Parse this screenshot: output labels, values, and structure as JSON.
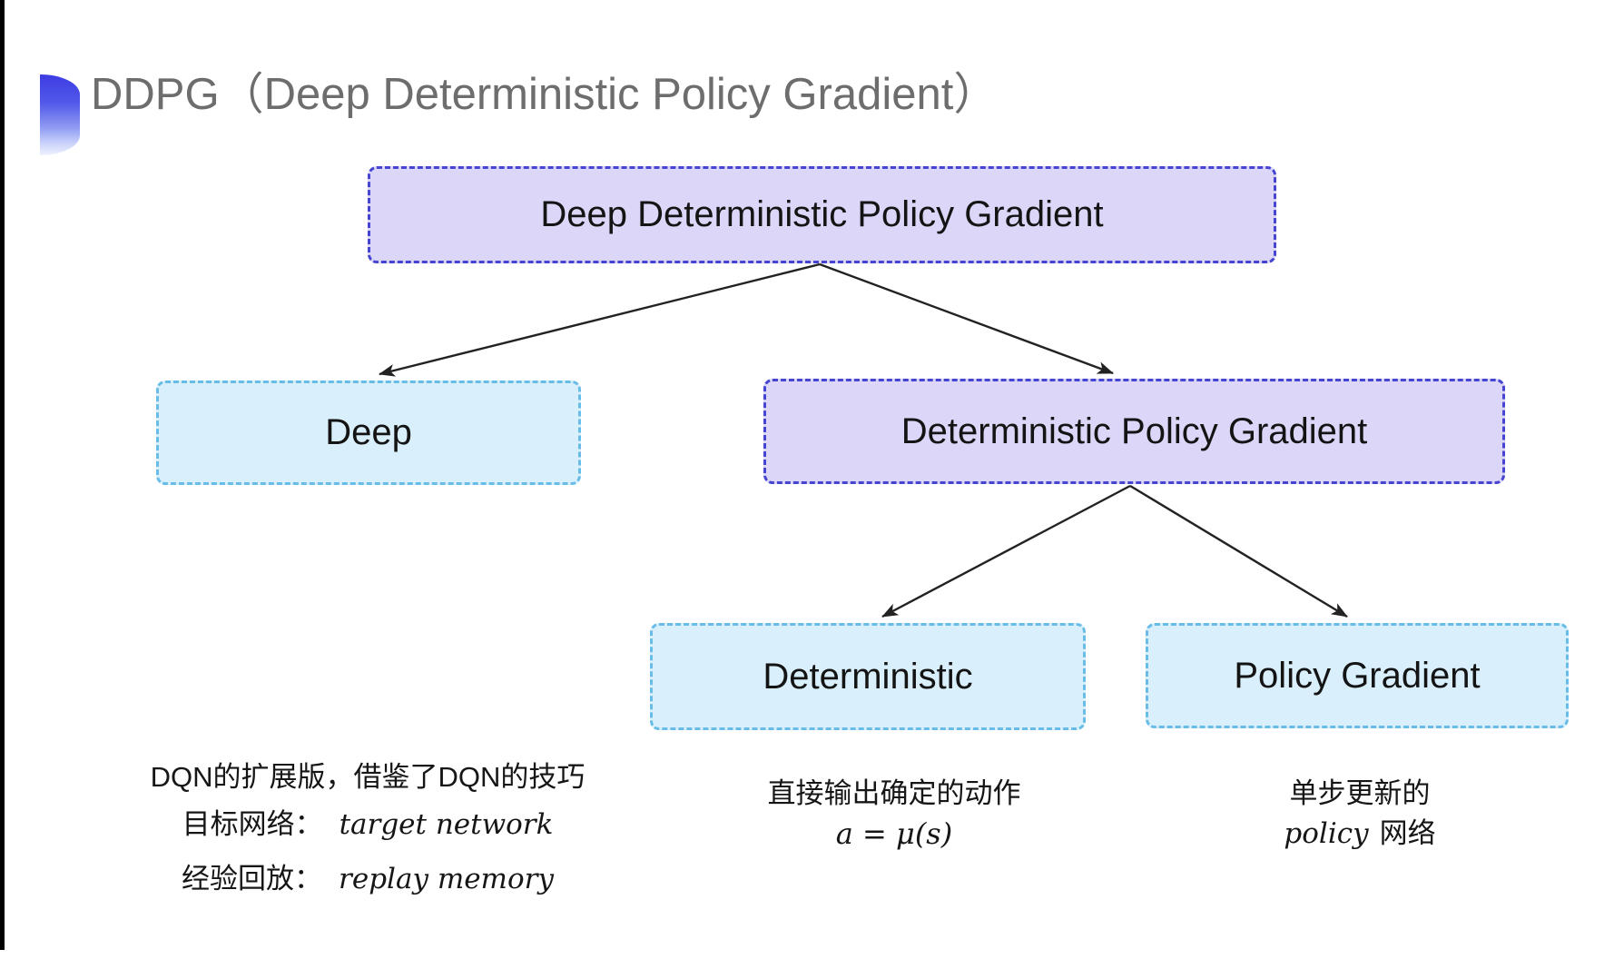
{
  "slide": {
    "title": "DDPG（Deep Deterministic Policy Gradient）"
  },
  "icons": {
    "accent_orb": "blue-gradient-half-circle"
  },
  "colors": {
    "title_gray": "#6d6d6d",
    "lavender_fill": "#dcd7f8",
    "lavender_border": "#4545d1",
    "cyan_fill": "#d9effb",
    "cyan_border": "#67bce8",
    "arrow_black": "#222222",
    "orb_blue": "#3c3ce3"
  },
  "nodes": {
    "root": {
      "label": "Deep Deterministic Policy Gradient"
    },
    "deep": {
      "label": "Deep"
    },
    "dpg": {
      "label": "Deterministic Policy Gradient"
    },
    "deterministic": {
      "label": "Deterministic"
    },
    "policy_gradient": {
      "label": "Policy Gradient"
    }
  },
  "notes": {
    "deep": {
      "line1": "DQN的扩展版，借鉴了DQN的技巧",
      "line2_label": "目标网络：",
      "line2_term": "target network",
      "line3_label": "经验回放：",
      "line3_term": "replay memory"
    },
    "deterministic": {
      "line1": "直接输出确定的动作",
      "formula": "a = μ(s)"
    },
    "policy_gradient": {
      "line1": "单步更新的",
      "term": "policy",
      "suffix": "网络"
    }
  }
}
